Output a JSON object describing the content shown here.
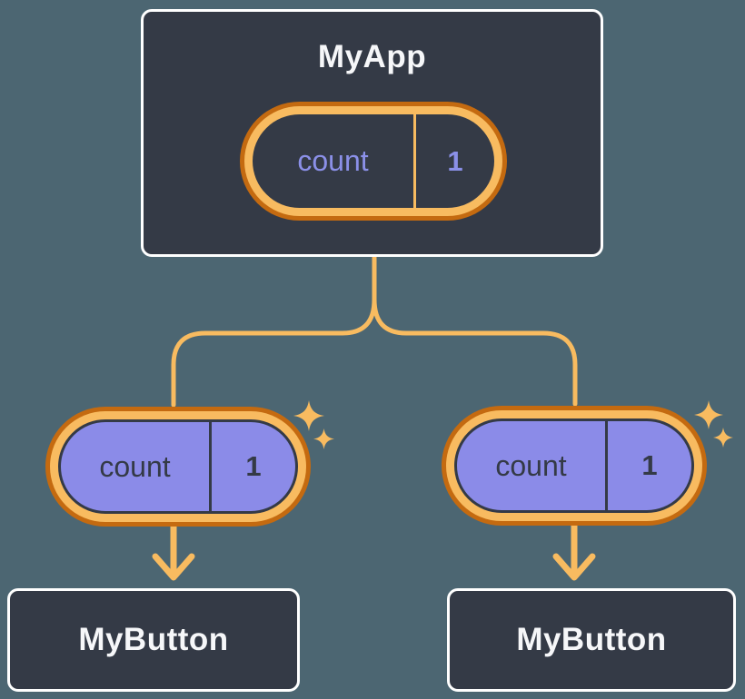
{
  "diagram": {
    "description": "React component tree diagram: parent MyApp holds state 'count' = 1 and passes it down to two MyButton children",
    "root_node": {
      "title": "MyApp",
      "state_name": "count",
      "state_value": "1"
    },
    "child_nodes": [
      {
        "title": "MyButton",
        "state_name": "count",
        "state_value": "1"
      },
      {
        "title": "MyButton",
        "state_name": "count",
        "state_value": "1"
      }
    ],
    "colors": {
      "background": "#4C6672",
      "node_fill": "#343A46",
      "node_border": "#FFFFFF",
      "node_text": "#F6F7F9",
      "pill_ring_outer": "#C46A10",
      "pill_ring_inner": "#F8BB60",
      "pill_fill_root": "#343A46",
      "pill_fill_child": "#8B8BE8",
      "pill_text_root": "#8B90E8",
      "pill_text_child": "#343A46",
      "connector": "#F8BB60",
      "sparkle": "#F8BB60"
    },
    "icons": [
      "sparkle-icon"
    ]
  }
}
